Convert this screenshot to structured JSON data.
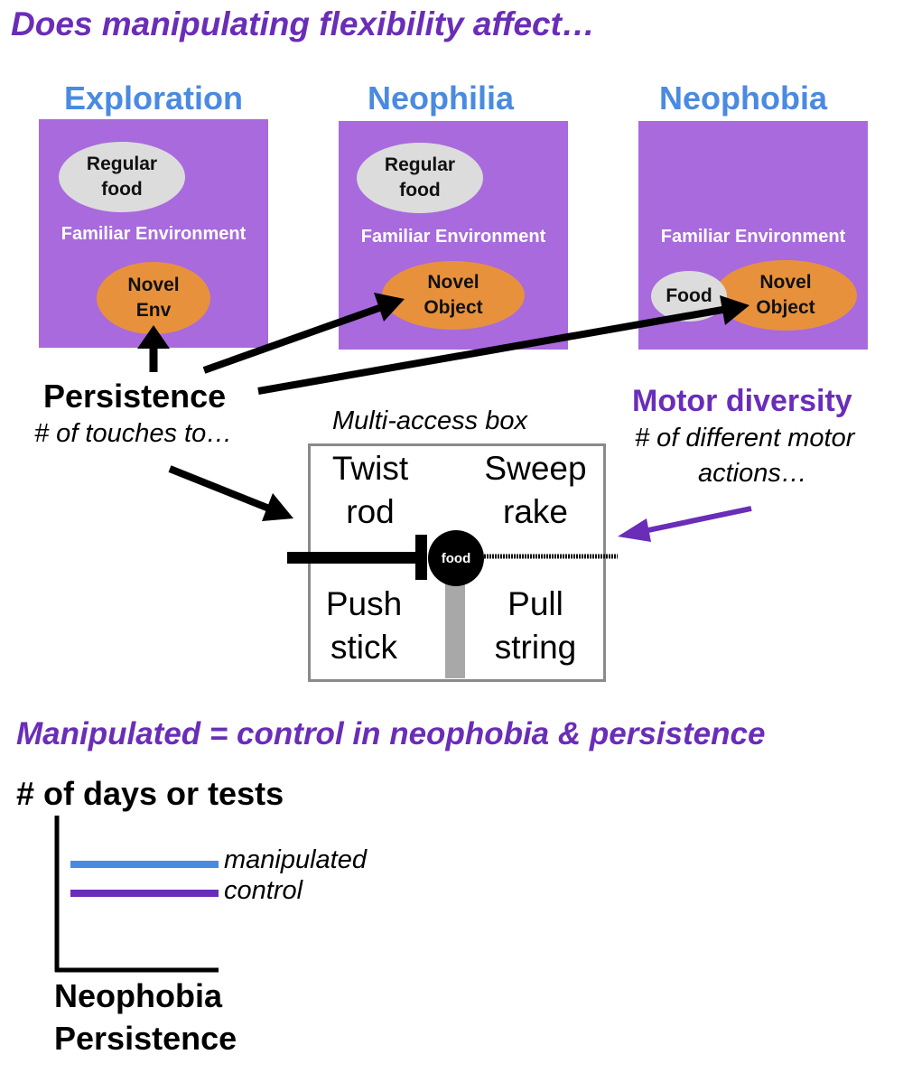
{
  "title": "Does manipulating flexibility affect…",
  "columns": [
    {
      "title": "Exploration",
      "ellipse_top": "Regular\nfood",
      "env_label": "Familiar Environment",
      "ellipse_bottom": "Novel\nEnv"
    },
    {
      "title": "Neophilia",
      "ellipse_top": "Regular\nfood",
      "env_label": "Familiar Environment",
      "ellipse_bottom": "Novel\nObject"
    },
    {
      "title": "Neophobia",
      "food_label": "Food",
      "env_label": "Familiar Environment",
      "ellipse_bottom": "Novel\nObject"
    }
  ],
  "persistence": {
    "label": "Persistence",
    "sub": "# of touches to…"
  },
  "motor": {
    "label": "Motor diversity",
    "sub_line1": "# of different motor",
    "sub_line2": "actions…"
  },
  "multi_access_box": {
    "title": "Multi-access box",
    "quadrants": [
      "Twist\nrod",
      "Sweep\nrake",
      "Push\nstick",
      "Pull\nstring"
    ],
    "center_label": "food"
  },
  "result": "Manipulated = control in neophobia & persistence",
  "chart_data": {
    "type": "line",
    "ylabel": "# of days or tests",
    "xlabel_line1": "Neophobia",
    "xlabel_line2": "Persistence",
    "series": [
      {
        "name": "manipulated",
        "color": "#4a8ae0"
      },
      {
        "name": "control",
        "color": "#6a2db8"
      }
    ]
  },
  "colors": {
    "purple_box": "#a86add",
    "orange": "#e8913c",
    "grey": "#dcdcdc",
    "heading_purple": "#6a2db8",
    "title_blue": "#4a8ae0"
  }
}
